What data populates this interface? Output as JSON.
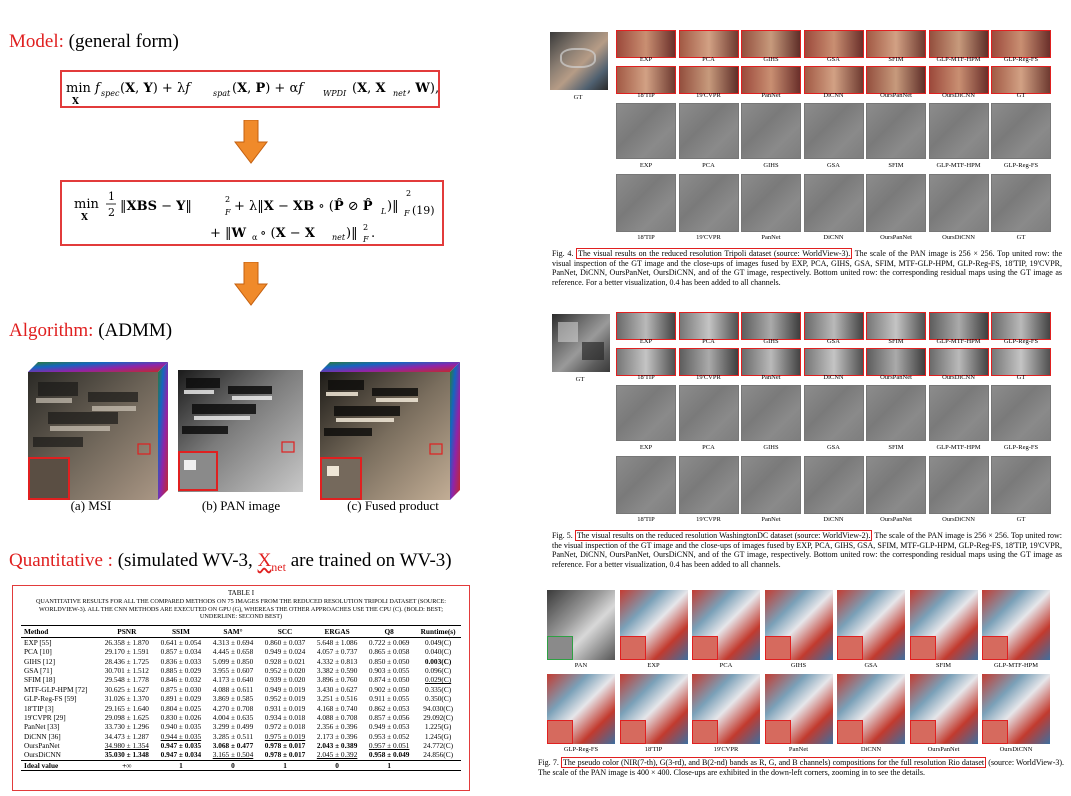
{
  "left": {
    "model": {
      "label": "Model:",
      "note": " (general form)"
    },
    "algorithm": {
      "label": "Algorithm:",
      "note": " (ADMM)"
    },
    "quantitative": {
      "label": "Quantitative :",
      "note_prefix": " (simulated WV-3, ",
      "note_var": "X",
      "note_sub": "net",
      "note_suffix": " are trained on WV-3)"
    },
    "captions": [
      "(a) MSI",
      "(b) PAN image",
      "(c) Fused product"
    ],
    "table": {
      "title": "TABLE I",
      "subtitle": "QUANTITATIVE RESULTS FOR ALL THE COMPARED METHODS ON 75 IMAGES FROM THE REDUCED RESOLUTION TRIPOLI DATASET (SOURCE: WORLDVIEW-3). ALL THE CNN METHODS ARE EXECUTED ON GPU (G), WHEREAS THE OTHER APPROACHES USE THE CPU (C). (BOLD: BEST; UNDERLINE: SECOND BEST)",
      "headers": [
        "Method",
        "PSNR",
        "SSIM",
        "SAM°",
        "SCC",
        "ERGAS",
        "Q8",
        "Runtime(s)"
      ],
      "rows": [
        [
          "EXP [55]",
          "26.358 ± 1.870",
          "0.641 ± 0.054",
          "4.313 ± 0.694",
          "0.860 ± 0.037",
          "5.648 ± 1.086",
          "0.722 ± 0.069",
          "0.049(C)"
        ],
        [
          "PCA [10]",
          "29.170 ± 1.591",
          "0.857 ± 0.034",
          "4.445 ± 0.658",
          "0.949 ± 0.024",
          "4.057 ± 0.737",
          "0.865 ± 0.058",
          "0.040(C)"
        ],
        [
          "GIHS [12]",
          "28.436 ± 1.725",
          "0.836 ± 0.033",
          "5.099 ± 0.850",
          "0.928 ± 0.021",
          "4.332 ± 0.813",
          "0.850 ± 0.050",
          "0.003(C)"
        ],
        [
          "GSA [71]",
          "30.701 ± 1.512",
          "0.885 ± 0.029",
          "3.955 ± 0.607",
          "0.952 ± 0.020",
          "3.382 ± 0.590",
          "0.903 ± 0.055",
          "0.096(C)"
        ],
        [
          "SFIM [18]",
          "29.548 ± 1.778",
          "0.846 ± 0.032",
          "4.173 ± 0.640",
          "0.939 ± 0.020",
          "3.896 ± 0.760",
          "0.874 ± 0.050",
          "0.029(C)"
        ],
        [
          "MTF-GLP-HPM [72]",
          "30.625 ± 1.627",
          "0.875 ± 0.030",
          "4.088 ± 0.611",
          "0.949 ± 0.019",
          "3.430 ± 0.627",
          "0.902 ± 0.050",
          "0.335(C)"
        ],
        [
          "GLP-Reg-FS [59]",
          "31.026 ± 1.370",
          "0.891 ± 0.029",
          "3.869 ± 0.585",
          "0.952 ± 0.019",
          "3.251 ± 0.516",
          "0.911 ± 0.055",
          "0.350(C)"
        ],
        [
          "18'TIP [3]",
          "29.165 ± 1.640",
          "0.804 ± 0.025",
          "4.270 ± 0.708",
          "0.931 ± 0.019",
          "4.168 ± 0.740",
          "0.862 ± 0.053",
          "94.030(C)"
        ],
        [
          "19'CVPR [29]",
          "29.098 ± 1.625",
          "0.830 ± 0.026",
          "4.004 ± 0.635",
          "0.934 ± 0.018",
          "4.088 ± 0.708",
          "0.857 ± 0.056",
          "29.092(C)"
        ],
        [
          "PanNet [33]",
          "33.730 ± 1.296",
          "0.940 ± 0.035",
          "3.299 ± 0.499",
          "0.972 ± 0.018",
          "2.356 ± 0.396",
          "0.949 ± 0.053",
          "1.225(G)"
        ],
        [
          "DiCNN [36]",
          "34.473 ± 1.287",
          "0.944 ± 0.035",
          "3.285 ± 0.511",
          "0.975 ± 0.019",
          "2.173 ± 0.396",
          "0.953 ± 0.052",
          "1.245(G)"
        ],
        [
          "OursPanNet",
          "34.980 ± 1.354",
          "0.947 ± 0.035",
          "3.068 ± 0.477",
          "0.978 ± 0.017",
          "2.043 ± 0.389",
          "0.957 ± 0.051",
          "24.772(C)"
        ],
        [
          "OursDiCNN",
          "35.030 ± 1.348",
          "0.947 ± 0.034",
          "3.165 ± 0.504",
          "0.978 ± 0.017",
          "2.045 ± 0.392",
          "0.958 ± 0.049",
          "24.856(C)"
        ]
      ],
      "ideal": [
        "Ideal value",
        "+∞",
        "1",
        "0",
        "1",
        "0",
        "1",
        ""
      ]
    }
  },
  "fig4": {
    "row1_labels": [
      "EXP",
      "PCA",
      "GIHS",
      "GSA",
      "SFIM",
      "GLP-MTF-HPM",
      "GLP-Reg-FS"
    ],
    "row2_labels": [
      "18'TIP",
      "19'CVPR",
      "PanNet",
      "DiCNN",
      "OursPanNet",
      "OursDiCNN",
      "GT"
    ],
    "gt_label": "GT",
    "caption_prefix": "Fig. 4.",
    "caption_highlight": "The visual results on the reduced resolution Tripoli dataset (source: WorldView-3).",
    "caption_rest": " The scale of the PAN image is 256 × 256. Top united row: the visual inspection of the GT image and the close-ups of images fused by EXP, PCA, GIHS, GSA, SFIM, MTF-GLP-HPM, GLP-Reg-FS, 18'TIP, 19'CVPR, PanNet, DiCNN, OursPanNet, OursDiCNN, and of the GT image, respectively. Bottom united row: the corresponding residual maps using the GT image as reference. For a better visualization, 0.4 has been added to all channels."
  },
  "fig5": {
    "row1_labels": [
      "EXP",
      "PCA",
      "GIHS",
      "GSA",
      "SFIM",
      "GLP-MTF-HPM",
      "GLP-Reg-FS"
    ],
    "row2_labels": [
      "18'TIP",
      "19'CVPR",
      "PanNet",
      "DiCNN",
      "OursPanNet",
      "OursDiCNN",
      "GT"
    ],
    "gt_label": "GT",
    "caption_prefix": "Fig. 5.",
    "caption_highlight": "The visual results on the reduced resolution WashingtonDC dataset (source: WorldView-2).",
    "caption_rest": " The scale of the PAN image is 256 × 256. Top united row: the visual inspection of the GT image and the close-ups of images fused by EXP, PCA, GIHS, GSA, SFIM, MTF-GLP-HPM, GLP-Reg-FS, 18'TIP, 19'CVPR, PanNet, DiCNN, OursPanNet, OursDiCNN, and of the GT image, respectively. Bottom united row: the corresponding residual maps using the GT image as reference. For a better visualization, 0.4 has been added to all channels."
  },
  "fig7": {
    "row1_labels": [
      "PAN",
      "EXP",
      "PCA",
      "GIHS",
      "GSA",
      "SFIM",
      "GLP-MTF-HPM"
    ],
    "row2_labels": [
      "GLP-Reg-FS",
      "18'TIP",
      "19'CVPR",
      "PanNet",
      "DiCNN",
      "OursPanNet",
      "OursDiCNN"
    ],
    "caption_prefix": "Fig. 7.",
    "caption_highlight": "The pseudo color (NIR(7-th), G(3-rd), and B(2-nd) bands as R, G, and B channels) compositions for the full resolution Rio dataset",
    "caption_rest": " (source: WorldView-3). The scale of the PAN image is 400 × 400. Close-ups are exhibited in the down-left corners, zooming in to see the details."
  }
}
